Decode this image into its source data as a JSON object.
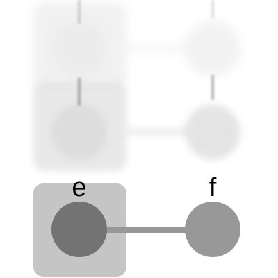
{
  "graph": {
    "nodes": [
      {
        "label": "e",
        "state": "selected",
        "color": "#737373"
      },
      {
        "label": "f",
        "state": "default",
        "color": "#989898"
      }
    ],
    "edges": [
      {
        "from": "e",
        "to": "f",
        "color": "#989898"
      }
    ]
  },
  "colors": {
    "background": "#ffffff",
    "selection_card": "#c5c5c5",
    "text": "#000000"
  }
}
